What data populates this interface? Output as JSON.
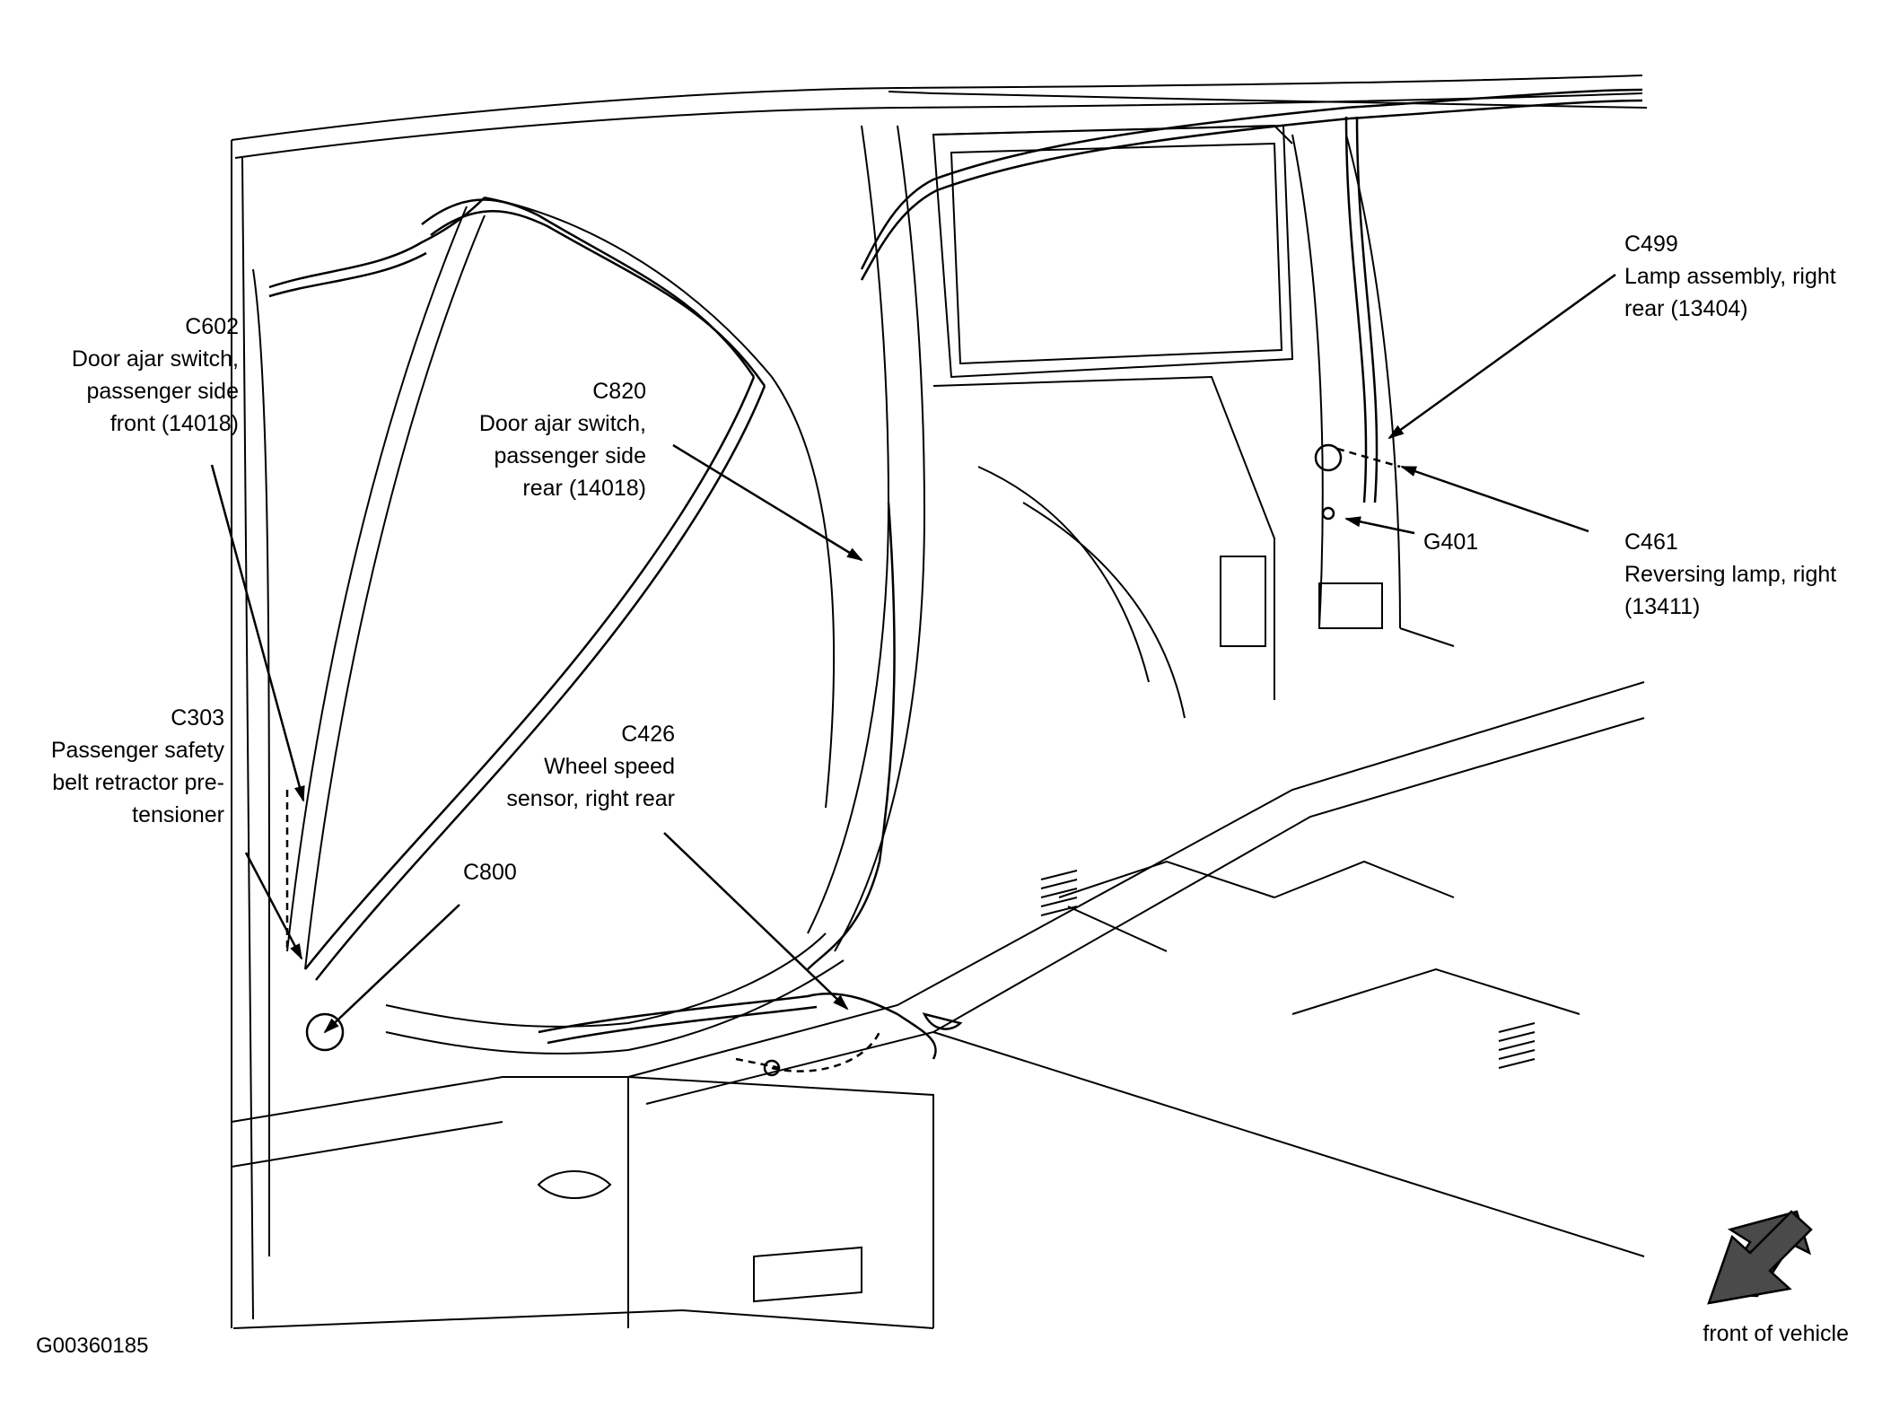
{
  "diagram": {
    "figure_id": "G00360185",
    "orientation_label": "front of vehicle",
    "callouts": [
      {
        "code": "C602",
        "lines": [
          "Door ajar switch,",
          "passenger side",
          "front (14018)"
        ]
      },
      {
        "code": "C820",
        "lines": [
          "Door ajar switch,",
          "passenger side",
          "rear (14018)"
        ]
      },
      {
        "code": "C303",
        "lines": [
          "Passenger safety",
          "belt retractor pre-",
          "tensioner"
        ]
      },
      {
        "code": "C426",
        "lines": [
          "Wheel speed",
          "sensor, right rear"
        ]
      },
      {
        "code": "C800",
        "lines": []
      },
      {
        "code": "C499",
        "lines": [
          "Lamp assembly, right",
          "rear (13404)"
        ]
      },
      {
        "code": "G401",
        "lines": []
      },
      {
        "code": "C461",
        "lines": [
          "Reversing lamp, right",
          "(13411)"
        ]
      }
    ]
  }
}
